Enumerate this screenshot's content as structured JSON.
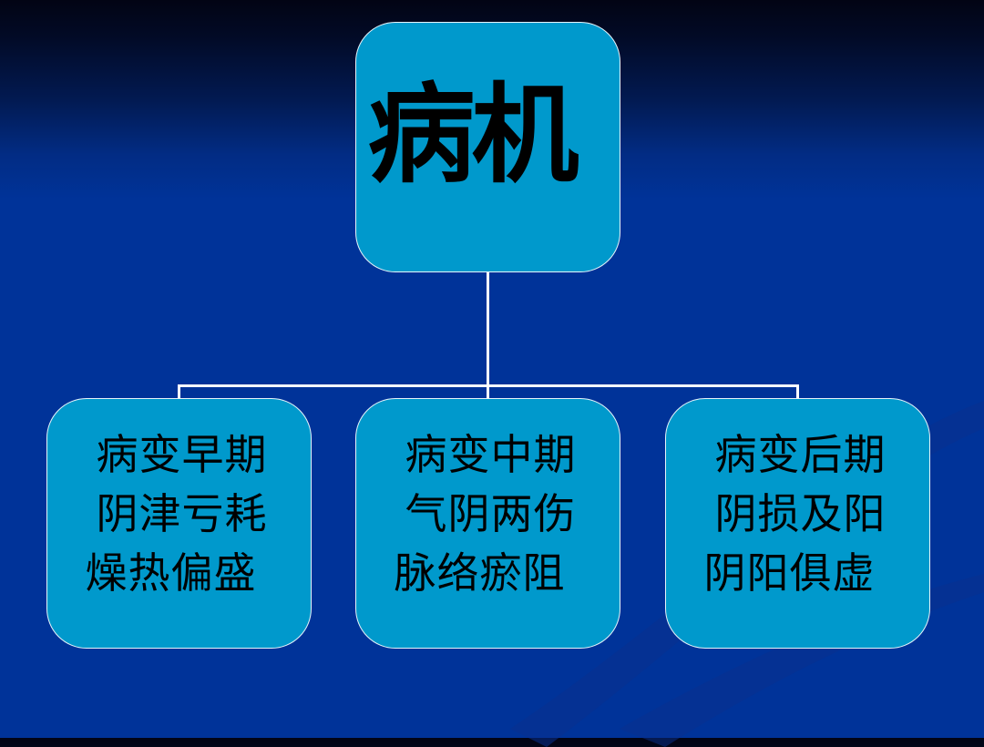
{
  "slide": {
    "background_colors": {
      "top": "#020414",
      "main": "#003399"
    },
    "node_color": "#0099cc",
    "connector_color": "#ffffff",
    "text_color": "#000000"
  },
  "diagram": {
    "type": "hierarchy",
    "root": {
      "label": "病机"
    },
    "children": [
      {
        "lines": [
          "病变早期",
          "阴津亏耗",
          "燥热偏盛"
        ]
      },
      {
        "lines": [
          "病变中期",
          "气阴两伤",
          "脉络瘀阻"
        ]
      },
      {
        "lines": [
          "病变后期",
          "阴损及阳",
          "阴阳俱虚"
        ]
      }
    ]
  }
}
